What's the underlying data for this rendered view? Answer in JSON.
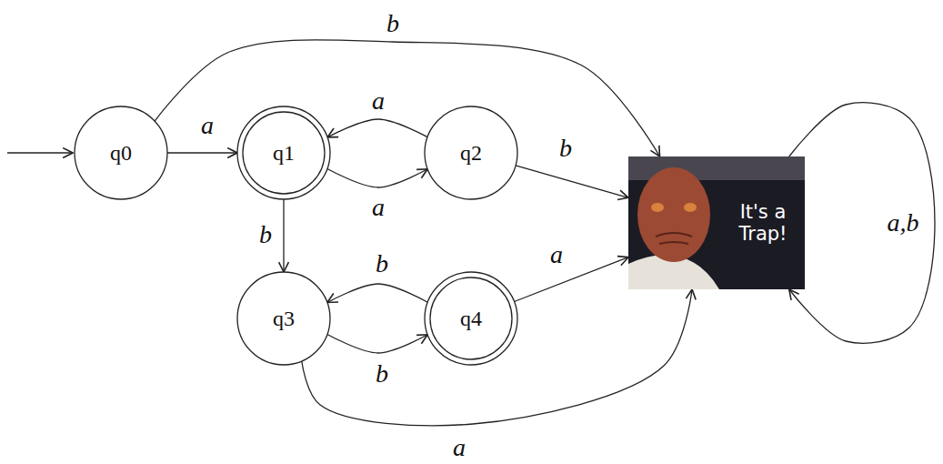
{
  "diagram": {
    "nodes": [
      {
        "text": [
          "q0"
        ]
      },
      {
        "text": [
          "q1"
        ]
      },
      {
        "text": [
          "q2"
        ]
      },
      {
        "text": [
          "q3"
        ]
      },
      {
        "text": [
          "q4"
        ]
      },
      {
        "text": [
          "It's a Trap!"
        ]
      }
    ],
    "edges": [
      {
        "from": 0,
        "to": 1,
        "label": "a",
        "arrow": "to"
      },
      {
        "from": 0,
        "to": 5,
        "label": "b",
        "arrow": "to"
      },
      {
        "from": 1,
        "to": 2,
        "label": "a",
        "arrow": "to"
      },
      {
        "from": 2,
        "to": 1,
        "label": "a",
        "arrow": "to"
      },
      {
        "from": 2,
        "to": 5,
        "label": "b",
        "arrow": "to"
      },
      {
        "from": 1,
        "to": 3,
        "label": "b",
        "arrow": "to"
      },
      {
        "from": 3,
        "to": 4,
        "label": "b",
        "arrow": "to"
      },
      {
        "from": 4,
        "to": 3,
        "label": "b",
        "arrow": "to"
      },
      {
        "from": 4,
        "to": 5,
        "label": "a",
        "arrow": "to"
      },
      {
        "from": 3,
        "to": 5,
        "label": "a",
        "arrow": "to"
      },
      {
        "from": 5,
        "to": 5,
        "label": "a,b",
        "arrow": "to"
      }
    ]
  }
}
